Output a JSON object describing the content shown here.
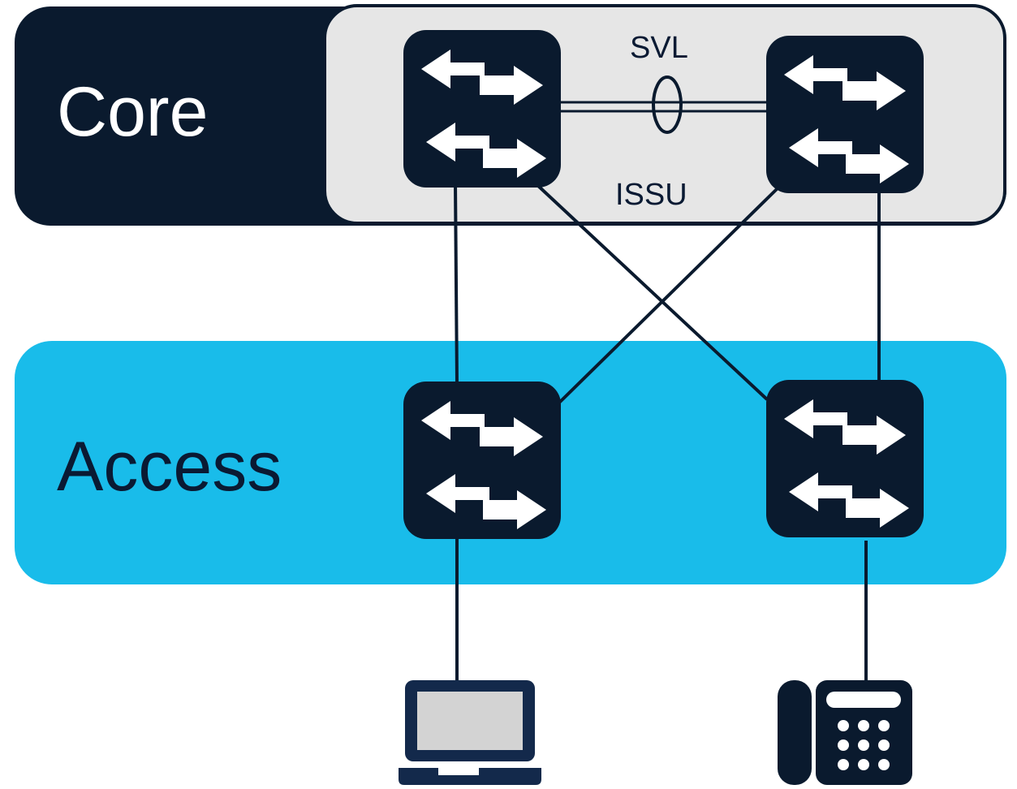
{
  "diagram": {
    "layers": {
      "core": {
        "label": "Core"
      },
      "access": {
        "label": "Access"
      }
    },
    "links": {
      "svl": {
        "label": "SVL"
      },
      "issu": {
        "label": "ISSU"
      }
    },
    "nodes": [
      {
        "id": "core-switch-left",
        "icon": "switch-icon",
        "layer": "core"
      },
      {
        "id": "core-switch-right",
        "icon": "switch-icon",
        "layer": "core"
      },
      {
        "id": "access-switch-left",
        "icon": "switch-icon",
        "layer": "access"
      },
      {
        "id": "access-switch-right",
        "icon": "switch-icon",
        "layer": "access"
      },
      {
        "id": "laptop",
        "icon": "laptop-icon",
        "layer": "endpoint"
      },
      {
        "id": "ip-phone",
        "icon": "ip-phone-icon",
        "layer": "endpoint"
      }
    ],
    "colors": {
      "core_band": "#0a1a2e",
      "core_panel": "#e6e6e6",
      "access_band": "#19bcea",
      "device": "#0a1a2e",
      "laptop_body": "#13294b",
      "laptop_screen": "#d3d3d3",
      "arrows": "#ffffff"
    }
  }
}
